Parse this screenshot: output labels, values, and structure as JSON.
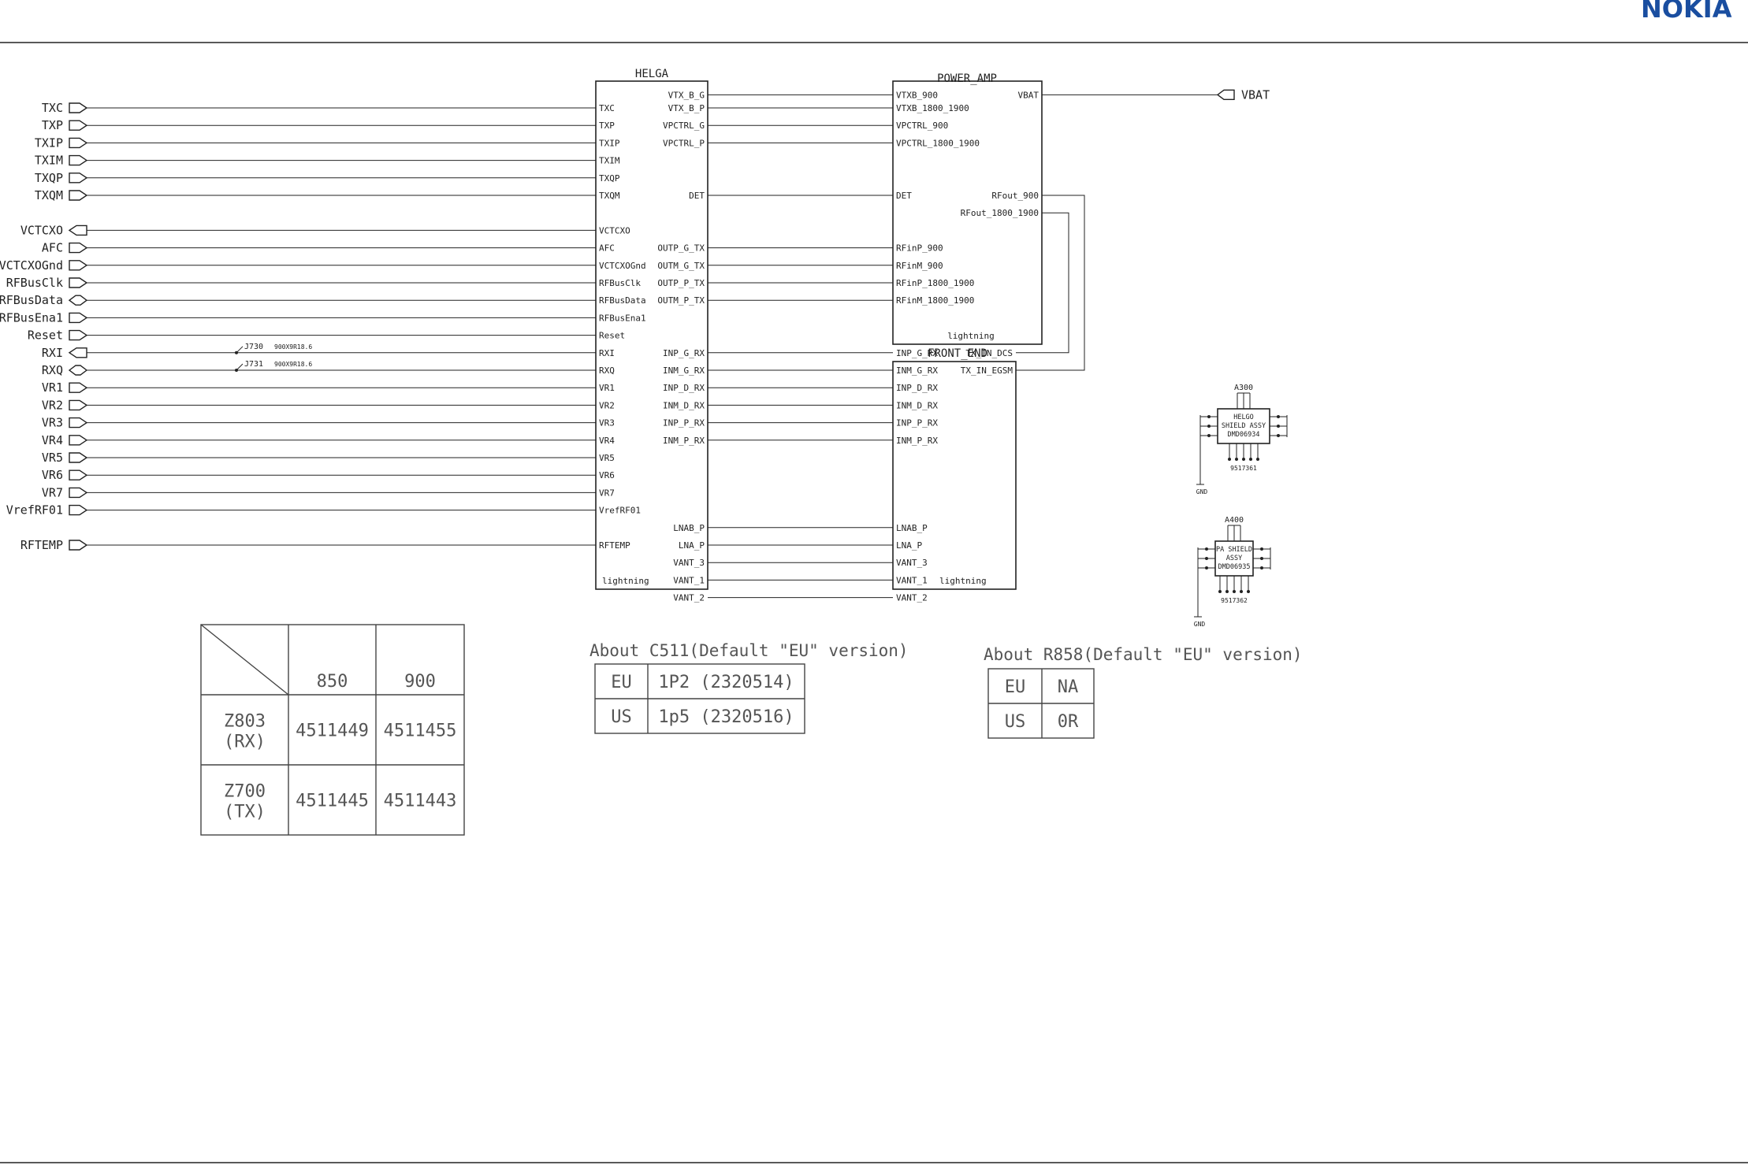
{
  "header": {
    "logo": "NOKIA"
  },
  "ports_left": [
    {
      "name": "TXC",
      "pin": "TXC",
      "dir": "out"
    },
    {
      "name": "TXP",
      "pin": "TXP",
      "dir": "out"
    },
    {
      "name": "TXIP",
      "pin": "TXIP",
      "dir": "out"
    },
    {
      "name": "TXIM",
      "pin": "TXIM",
      "dir": "out"
    },
    {
      "name": "TXQP",
      "pin": "TXQP",
      "dir": "out"
    },
    {
      "name": "TXQM",
      "pin": "TXQM",
      "dir": "out"
    },
    {
      "name": "VCTCXO",
      "pin": "VCTCXO",
      "dir": "in"
    },
    {
      "name": "AFC",
      "pin": "AFC",
      "dir": "out"
    },
    {
      "name": "VCTCXOGnd",
      "pin": "VCTCXOGnd",
      "dir": "out"
    },
    {
      "name": "RFBusClk",
      "pin": "RFBusClk",
      "dir": "out"
    },
    {
      "name": "RFBusData",
      "pin": "RFBusData",
      "dir": "bi"
    },
    {
      "name": "RFBusEna1",
      "pin": "RFBusEna1",
      "dir": "out"
    },
    {
      "name": "Reset",
      "pin": "Reset",
      "dir": "out"
    },
    {
      "name": "RXI",
      "pin": "RXI",
      "dir": "in"
    },
    {
      "name": "RXQ",
      "pin": "RXQ",
      "dir": "bi"
    },
    {
      "name": "VR1",
      "pin": "VR1",
      "dir": "out"
    },
    {
      "name": "VR2",
      "pin": "VR2",
      "dir": "out"
    },
    {
      "name": "VR3",
      "pin": "VR3",
      "dir": "out"
    },
    {
      "name": "VR4",
      "pin": "VR4",
      "dir": "out"
    },
    {
      "name": "VR5",
      "pin": "VR5",
      "dir": "out"
    },
    {
      "name": "VR6",
      "pin": "VR6",
      "dir": "out"
    },
    {
      "name": "VR7",
      "pin": "VR7",
      "dir": "out"
    },
    {
      "name": "VrefRF01",
      "pin": "VrefRF01",
      "dir": "out"
    },
    {
      "name": "RFTEMP",
      "pin": "RFTEMP",
      "dir": "out",
      "gap": true
    }
  ],
  "testpoints": [
    {
      "ref": "J730",
      "code": "900X9R18.6"
    },
    {
      "ref": "J731",
      "code": "900X9R18.6"
    }
  ],
  "helga": {
    "title": "HELGA",
    "right_pins": [
      "VTX_B_G",
      "VTX_B_P",
      "VPCTRL_G",
      "VPCTRL_P",
      "DET",
      "OUTP_G_TX",
      "OUTM_G_TX",
      "OUTP_P_TX",
      "OUTM_P_TX",
      "INP_G_RX",
      "INM_G_RX",
      "INP_D_RX",
      "INM_D_RX",
      "INP_P_RX",
      "INM_P_RX",
      "LNAB_P",
      "LNA_P",
      "VANT_3",
      "VANT_1",
      "VANT_2"
    ],
    "footer": "lightning"
  },
  "power_amp": {
    "title": "POWER_AMP",
    "left_pins": [
      "VTXB_900",
      "VTXB_1800_1900",
      "VPCTRL_900",
      "VPCTRL_1800_1900",
      "DET",
      "RFinP_900",
      "RFinM_900",
      "RFinP_1800_1900",
      "RFinM_1800_1900"
    ],
    "right_pins": [
      "VBAT",
      "RFout_900",
      "RFout_1800_1900"
    ],
    "footer": "lightning"
  },
  "front_end": {
    "title": "FRONT_END",
    "left_pins": [
      "INP_G_RX",
      "INM_G_RX",
      "INP_D_RX",
      "INM_D_RX",
      "INP_P_RX",
      "INM_P_RX",
      "LNAB_P",
      "LNA_P",
      "VANT_3",
      "VANT_1",
      "VANT_2"
    ],
    "right_pins": [
      "TX_IN_DCS",
      "TX_IN_EGSM"
    ],
    "footer": "lightning"
  },
  "vbat_port": "VBAT",
  "shields": [
    {
      "ref": "A300",
      "lines": [
        "HELGO",
        "SHIELD ASSY",
        "DMD06934"
      ],
      "code": "9517361",
      "gnd": "GND"
    },
    {
      "ref": "A400",
      "lines": [
        "PA SHIELD",
        "ASSY",
        "DMD06935"
      ],
      "code": "9517362",
      "gnd": "GND"
    }
  ],
  "filter_table": {
    "cols": [
      "850",
      "900"
    ],
    "rows": [
      {
        "label": [
          "Z803",
          "(RX)"
        ],
        "values": [
          "4511449",
          "4511455"
        ]
      },
      {
        "label": [
          "Z700",
          "(TX)"
        ],
        "values": [
          "4511445",
          "4511443"
        ]
      }
    ]
  },
  "c511_table": {
    "title": "About C511(Default \"EU\" version)",
    "rows": [
      [
        "EU",
        "1P2 (2320514)"
      ],
      [
        "US",
        "1p5 (2320516)"
      ]
    ]
  },
  "r858_table": {
    "title": "About R858(Default \"EU\" version)",
    "rows": [
      [
        "EU",
        "NA"
      ],
      [
        "US",
        "0R"
      ]
    ]
  }
}
